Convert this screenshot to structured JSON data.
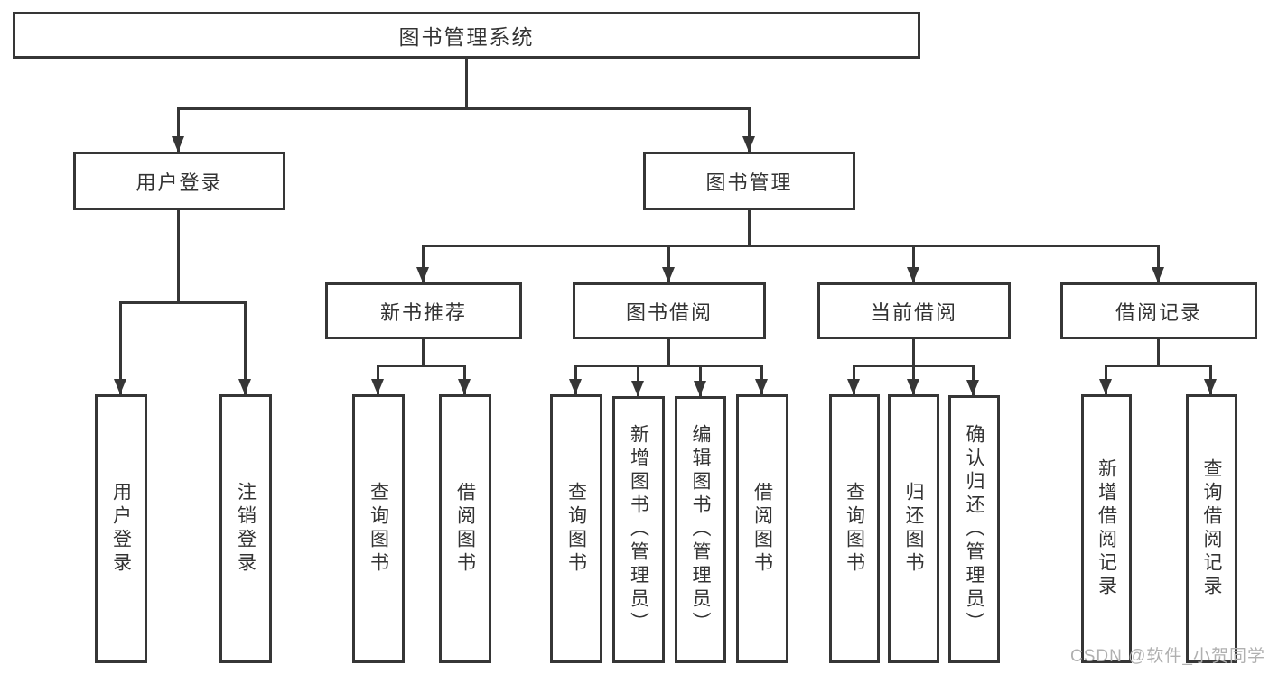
{
  "diagram": {
    "root": {
      "label": "图书管理系统"
    },
    "level2": [
      {
        "label": "用户登录"
      },
      {
        "label": "图书管理"
      }
    ],
    "level3": [
      {
        "label": "新书推荐"
      },
      {
        "label": "图书借阅"
      },
      {
        "label": "当前借阅"
      },
      {
        "label": "借阅记录"
      }
    ],
    "leaves": {
      "user_login": [
        "用户登录",
        "注销登录"
      ],
      "new_book": [
        "查询图书",
        "借阅图书"
      ],
      "borrow": [
        "查询图书",
        "新增图书（管理员）",
        "编辑图书（管理员）",
        "借阅图书"
      ],
      "current": [
        "查询图书",
        "归还图书",
        "确认归还（管理员）"
      ],
      "records": [
        "新增借阅记录",
        "查询借阅记录"
      ]
    }
  },
  "watermark": {
    "text": "CSDN @软件_小贺同学"
  },
  "colors": {
    "line": "#363636",
    "box_border": "#363636",
    "box_fill": "#ffffff",
    "text": "#333333",
    "watermark": "#b0b0b0",
    "background": "#ffffff"
  }
}
